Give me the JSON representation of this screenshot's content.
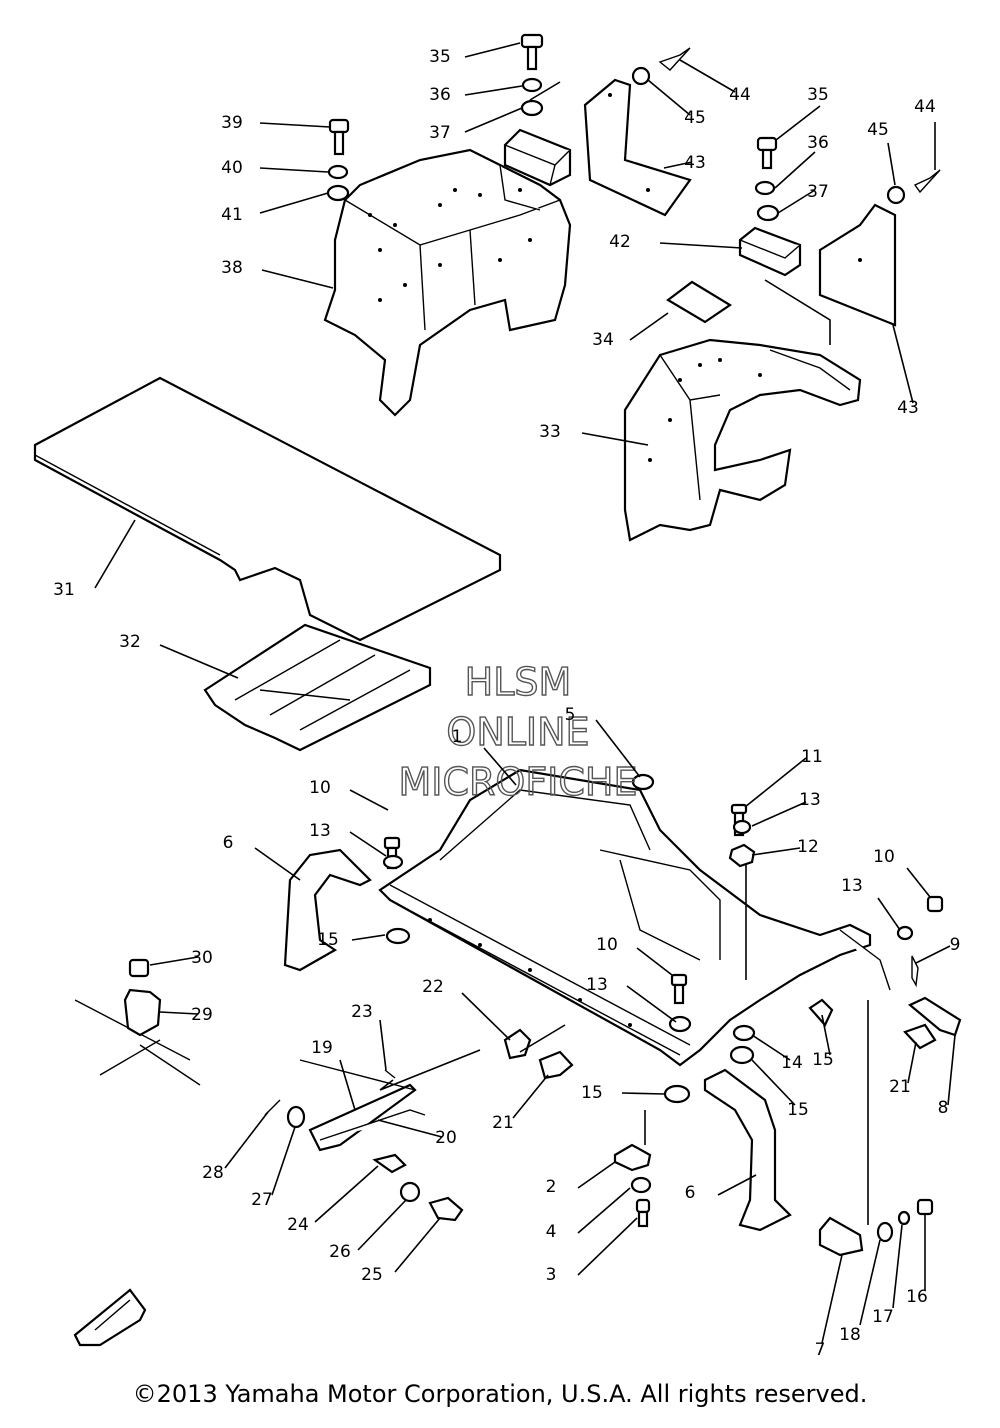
{
  "watermark": [
    "HLSM",
    "ONLINE",
    "MICROFICHE"
  ],
  "copyright": "©2013 Yamaha Motor Corporation, U.S.A. All rights reserved.",
  "callouts": [
    {
      "id": "c35a",
      "num": "35"
    },
    {
      "id": "c36a",
      "num": "36"
    },
    {
      "id": "c37a",
      "num": "37"
    },
    {
      "id": "c39",
      "num": "39"
    },
    {
      "id": "c40",
      "num": "40"
    },
    {
      "id": "c41",
      "num": "41"
    },
    {
      "id": "c38",
      "num": "38"
    },
    {
      "id": "c44a",
      "num": "44"
    },
    {
      "id": "c45a",
      "num": "45"
    },
    {
      "id": "c43a",
      "num": "43"
    },
    {
      "id": "c35b",
      "num": "35"
    },
    {
      "id": "c36b",
      "num": "36"
    },
    {
      "id": "c37b",
      "num": "37"
    },
    {
      "id": "c45b",
      "num": "45"
    },
    {
      "id": "c44b",
      "num": "44"
    },
    {
      "id": "c42",
      "num": "42"
    },
    {
      "id": "c34",
      "num": "34"
    },
    {
      "id": "c43b",
      "num": "43"
    },
    {
      "id": "c33",
      "num": "33"
    },
    {
      "id": "c31",
      "num": "31"
    },
    {
      "id": "c32",
      "num": "32"
    },
    {
      "id": "c5",
      "num": "5"
    },
    {
      "id": "c1",
      "num": "1"
    },
    {
      "id": "c11",
      "num": "11"
    },
    {
      "id": "c13a",
      "num": "13"
    },
    {
      "id": "c12",
      "num": "12"
    },
    {
      "id": "c10a",
      "num": "10"
    },
    {
      "id": "c13b",
      "num": "13"
    },
    {
      "id": "c6a",
      "num": "6"
    },
    {
      "id": "c15a",
      "num": "15"
    },
    {
      "id": "c10b",
      "num": "10"
    },
    {
      "id": "c13c",
      "num": "13"
    },
    {
      "id": "c9",
      "num": "9"
    },
    {
      "id": "c10c",
      "num": "10"
    },
    {
      "id": "c13d",
      "num": "13"
    },
    {
      "id": "c30",
      "num": "30"
    },
    {
      "id": "c29",
      "num": "29"
    },
    {
      "id": "c22",
      "num": "22"
    },
    {
      "id": "c23",
      "num": "23"
    },
    {
      "id": "c19",
      "num": "19"
    },
    {
      "id": "c14",
      "num": "14"
    },
    {
      "id": "c15b",
      "num": "15"
    },
    {
      "id": "c21a",
      "num": "21"
    },
    {
      "id": "c8",
      "num": "8"
    },
    {
      "id": "c21b",
      "num": "21"
    },
    {
      "id": "c15c",
      "num": "15"
    },
    {
      "id": "c15d",
      "num": "15"
    },
    {
      "id": "c20",
      "num": "20"
    },
    {
      "id": "c28",
      "num": "28"
    },
    {
      "id": "c27",
      "num": "27"
    },
    {
      "id": "c24",
      "num": "24"
    },
    {
      "id": "c26",
      "num": "26"
    },
    {
      "id": "c25",
      "num": "25"
    },
    {
      "id": "c2",
      "num": "2"
    },
    {
      "id": "c4",
      "num": "4"
    },
    {
      "id": "c3",
      "num": "3"
    },
    {
      "id": "c6b",
      "num": "6"
    },
    {
      "id": "c7",
      "num": "7"
    },
    {
      "id": "c18",
      "num": "18"
    },
    {
      "id": "c17",
      "num": "17"
    },
    {
      "id": "c16",
      "num": "16"
    }
  ]
}
